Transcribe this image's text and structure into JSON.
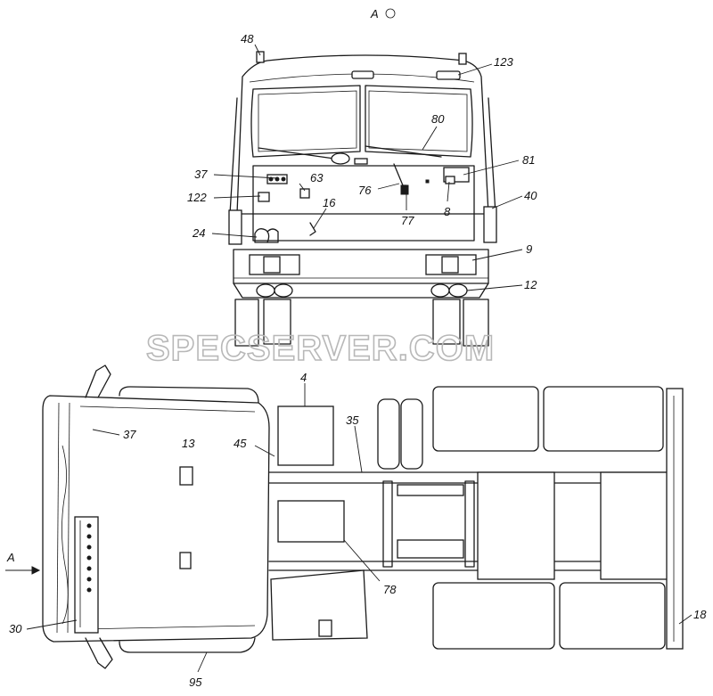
{
  "view_label": "A",
  "watermark": "SPECSERVER.COM",
  "arrow_label": "A",
  "callouts": {
    "c48": "48",
    "c123": "123",
    "c80": "80",
    "c37a": "37",
    "c63": "63",
    "c81": "81",
    "c122": "122",
    "c76": "76",
    "c40": "40",
    "c16": "16",
    "c8": "8",
    "c77": "77",
    "c24": "24",
    "c9": "9",
    "c12": "12",
    "c4": "4",
    "c35": "35",
    "c37b": "37",
    "c13": "13",
    "c45": "45",
    "c30": "30",
    "c78": "78",
    "c18": "18",
    "c95": "95"
  }
}
